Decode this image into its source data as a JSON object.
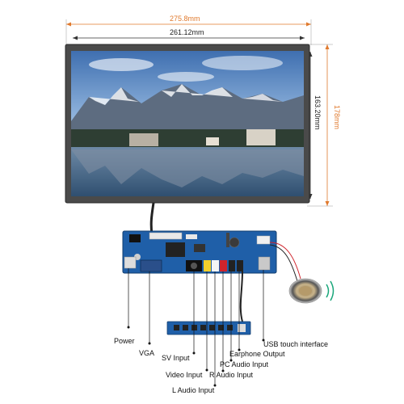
{
  "dimensions": {
    "outer_width": "275.8mm",
    "inner_width": "261.12mm",
    "outer_height": "178mm",
    "inner_height": "163.20mm"
  },
  "callouts": {
    "power": "Power",
    "vga": "VGA",
    "sv_input": "SV Input",
    "video_input": "Video Input",
    "l_audio": "L Audio Input",
    "r_audio": "R Audio Input",
    "pc_audio": "PC Audio Input",
    "earphone": "Earphone Output",
    "usb_touch": "USB touch interface"
  },
  "colors": {
    "dim_orange": "#e07a2e",
    "pcb_blue": "#1f5fa8",
    "bezel": "#4a4a4a"
  }
}
